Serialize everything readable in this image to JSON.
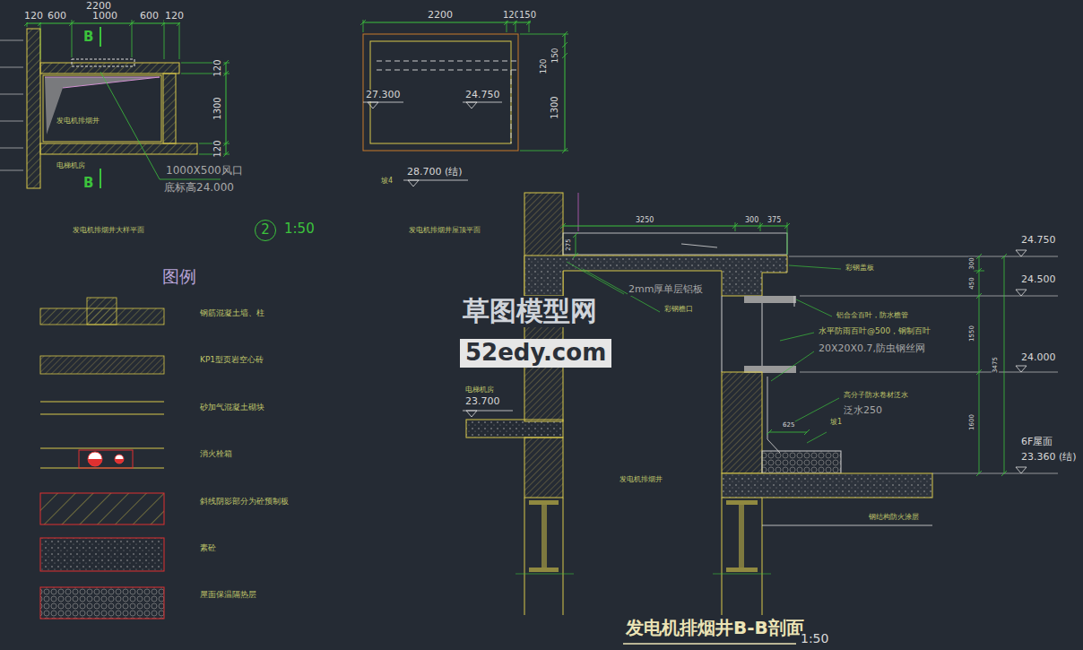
{
  "diagram": {
    "title": "发电机排烟井B-B剖面",
    "nodes": [
      {
        "text": [
          "2"
        ]
      },
      {
        "text": [
          "52edy.com"
        ]
      }
    ],
    "labels": [
      "2200",
      "120",
      "600",
      "1000",
      "600",
      "120",
      "B",
      "B",
      "120",
      "1300",
      "120",
      "发电机排烟井",
      "电梯机房",
      "1000X500风口",
      "底标高24.000",
      "发电机排烟井大样平面",
      "1:50",
      "2200",
      "120",
      "150",
      "120",
      "150",
      "1300",
      "27.300",
      "24.750",
      "坡4",
      "28.700 (结)",
      "发电机排烟井屋顶平面",
      "图例",
      "3250",
      "300",
      "375",
      "275",
      "2mm厚单层铝板",
      "彩钢檐口",
      "彩钢盖板",
      "铝合金百叶，防水檐管",
      "水平防雨百叶@500，钢制百叶",
      "20X20X0.7,防虫钢丝网",
      "高分子防水卷材泛水",
      "泛水250",
      "625",
      "坡1",
      "电梯机房",
      "23.700",
      "发电机排烟井",
      "钢结构防火涂层",
      "24.750",
      "24.500",
      "24.000",
      "6F屋面",
      "23.360 (结)",
      "300",
      "450",
      "1550",
      "3475",
      "1600",
      "1:50",
      "草图模型网"
    ],
    "legend": [
      {
        "text": "钢筋混凝土墙、柱"
      },
      {
        "text": "KP1型页岩空心砖"
      },
      {
        "text": "砂加气混凝土砌块"
      },
      {
        "text": "消火栓箱"
      },
      {
        "text": "斜线阴影部分为砼预制板"
      },
      {
        "text": "素砼"
      },
      {
        "text": "屋面保温隔热层"
      }
    ]
  }
}
